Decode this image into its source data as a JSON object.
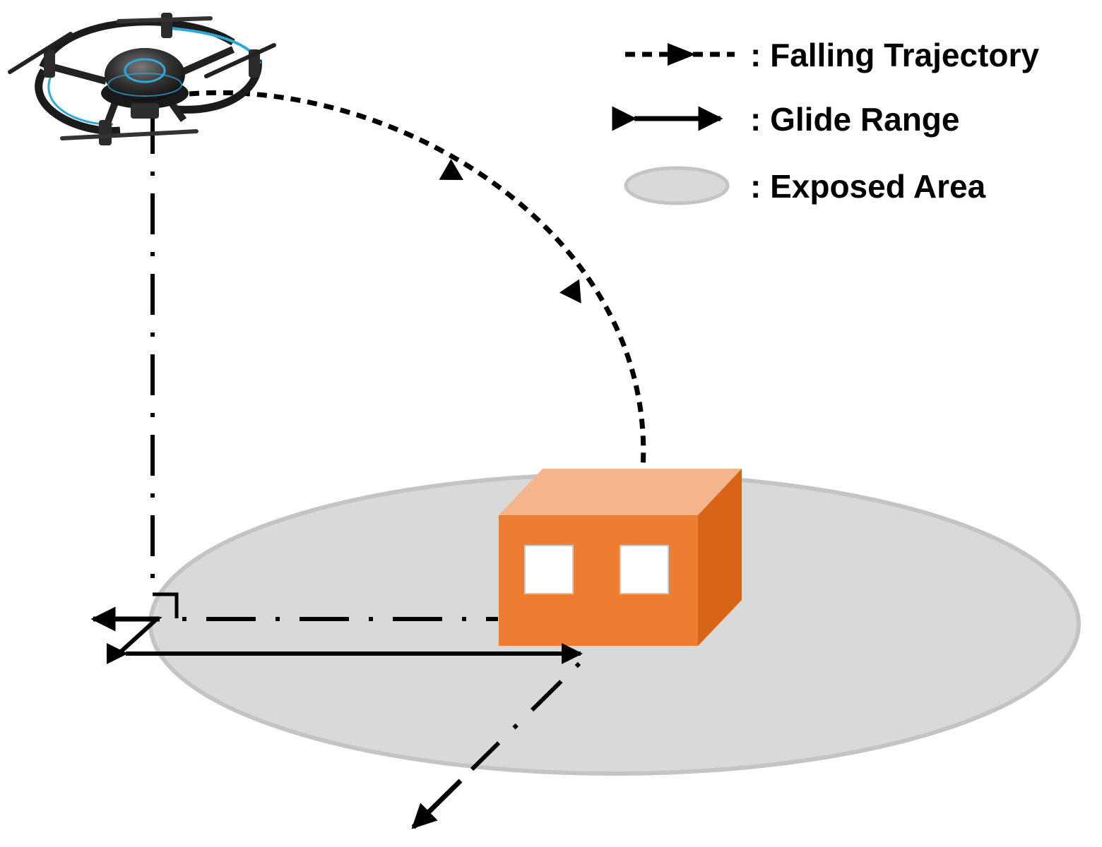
{
  "legend": {
    "items": [
      {
        "label": ": Falling Trajectory",
        "icon": "dashed-arrow-icon"
      },
      {
        "label": ": Glide Range",
        "icon": "double-arrow-icon"
      },
      {
        "label": ": Exposed Area",
        "icon": "gray-ellipse-icon"
      }
    ]
  },
  "colors": {
    "exposed_area_fill": "#d9d9d9",
    "exposed_area_stroke": "#c4c4c4",
    "building_front": "#ed7d31",
    "building_top": "#f4b58c",
    "building_side": "#d86418",
    "window": "#ffffff",
    "line": "#000000",
    "drone_body": "#2a2a2a",
    "drone_accent": "#2fa8d8"
  },
  "icons": {
    "drone": "drone-icon",
    "building": "building-icon"
  }
}
